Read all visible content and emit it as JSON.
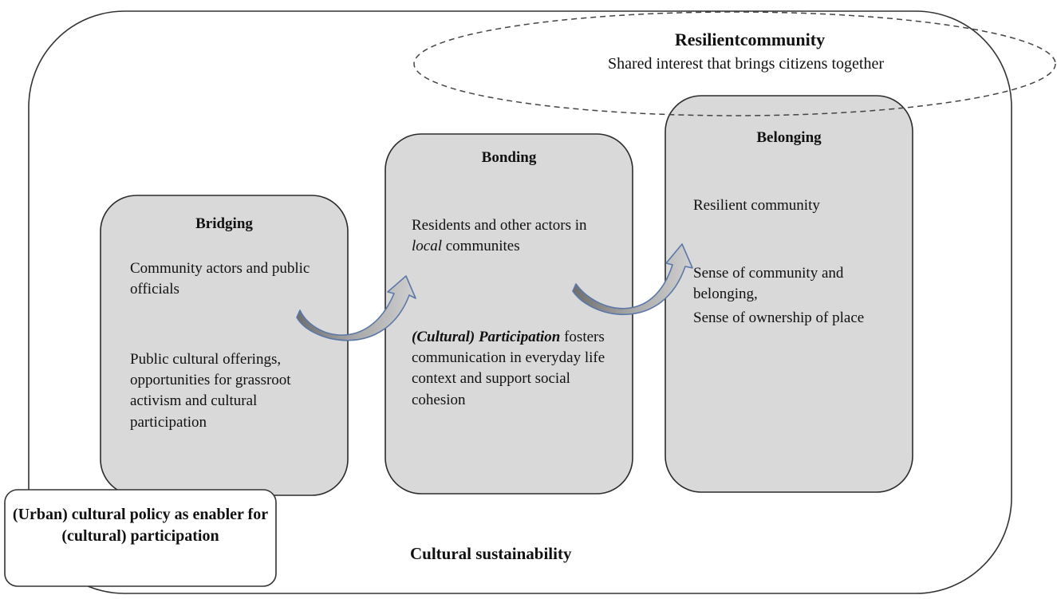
{
  "resilient_community": {
    "title": "Resilientcommunity",
    "subtitle": "Shared interest that brings citizens together"
  },
  "bridging": {
    "title": "Bridging",
    "text_1": "Community  actors and public officials",
    "text_2": "Public cultural offerings, opportunities for grassroot activism and cultural participation"
  },
  "bonding": {
    "title": "Bonding",
    "text_1_part1": "Residents and other actors in ",
    "text_1_italic": "local",
    "text_1_part2": " communites",
    "text_2_bold_italic": "(Cultural) Participation",
    "text_2_rest": " fosters communication  in everyday life context and support social cohesion"
  },
  "belonging": {
    "title": "Belonging",
    "text_1": "Resilient  community",
    "text_2": "Sense of community  and belonging,",
    "text_3": "Sense of ownership of place"
  },
  "policy_box": {
    "text": "(Urban) cultural policy as enabler for (cultural) participation"
  },
  "outer_label": "Cultural sustainability",
  "colors": {
    "box_fill": "#d9d9d9",
    "box_stroke": "#2b2b2b",
    "arrow_fill": "#8c8c8c",
    "arrow_stroke": "#5b78a8",
    "line": "#333333"
  }
}
